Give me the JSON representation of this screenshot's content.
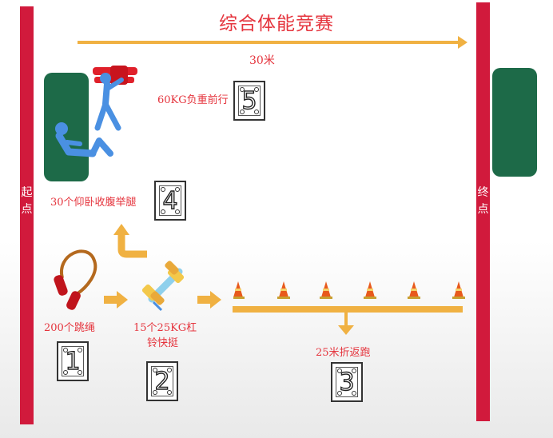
{
  "title": "综合体能竞赛",
  "distance_label": "30米",
  "start_label": [
    "起",
    "点"
  ],
  "finish_label": [
    "终",
    "点"
  ],
  "stations": [
    {
      "number": "1",
      "label_lines": [
        "200个跳绳"
      ]
    },
    {
      "number": "2",
      "label_lines": [
        "15个25KG杠",
        "铃快挺"
      ]
    },
    {
      "number": "3",
      "label_lines": [
        "25米折返跑"
      ]
    },
    {
      "number": "4",
      "label_lines": [
        "30个仰卧收腹举腿"
      ]
    },
    {
      "number": "5",
      "label_lines": [
        "60KG负重前行"
      ]
    }
  ],
  "colors": {
    "title_red": "#e5343d",
    "bar_red": "#d11a3c",
    "mat_green": "#1d6a48",
    "arrow_orange": "#f0b142",
    "figure_blue": "#4a90e2",
    "dummy_red": "#e0202a"
  },
  "icons": [
    "jump-rope-icon",
    "dumbbell-icon",
    "traffic-cone-icon",
    "situp-figure-icon",
    "carry-figure-icon"
  ]
}
